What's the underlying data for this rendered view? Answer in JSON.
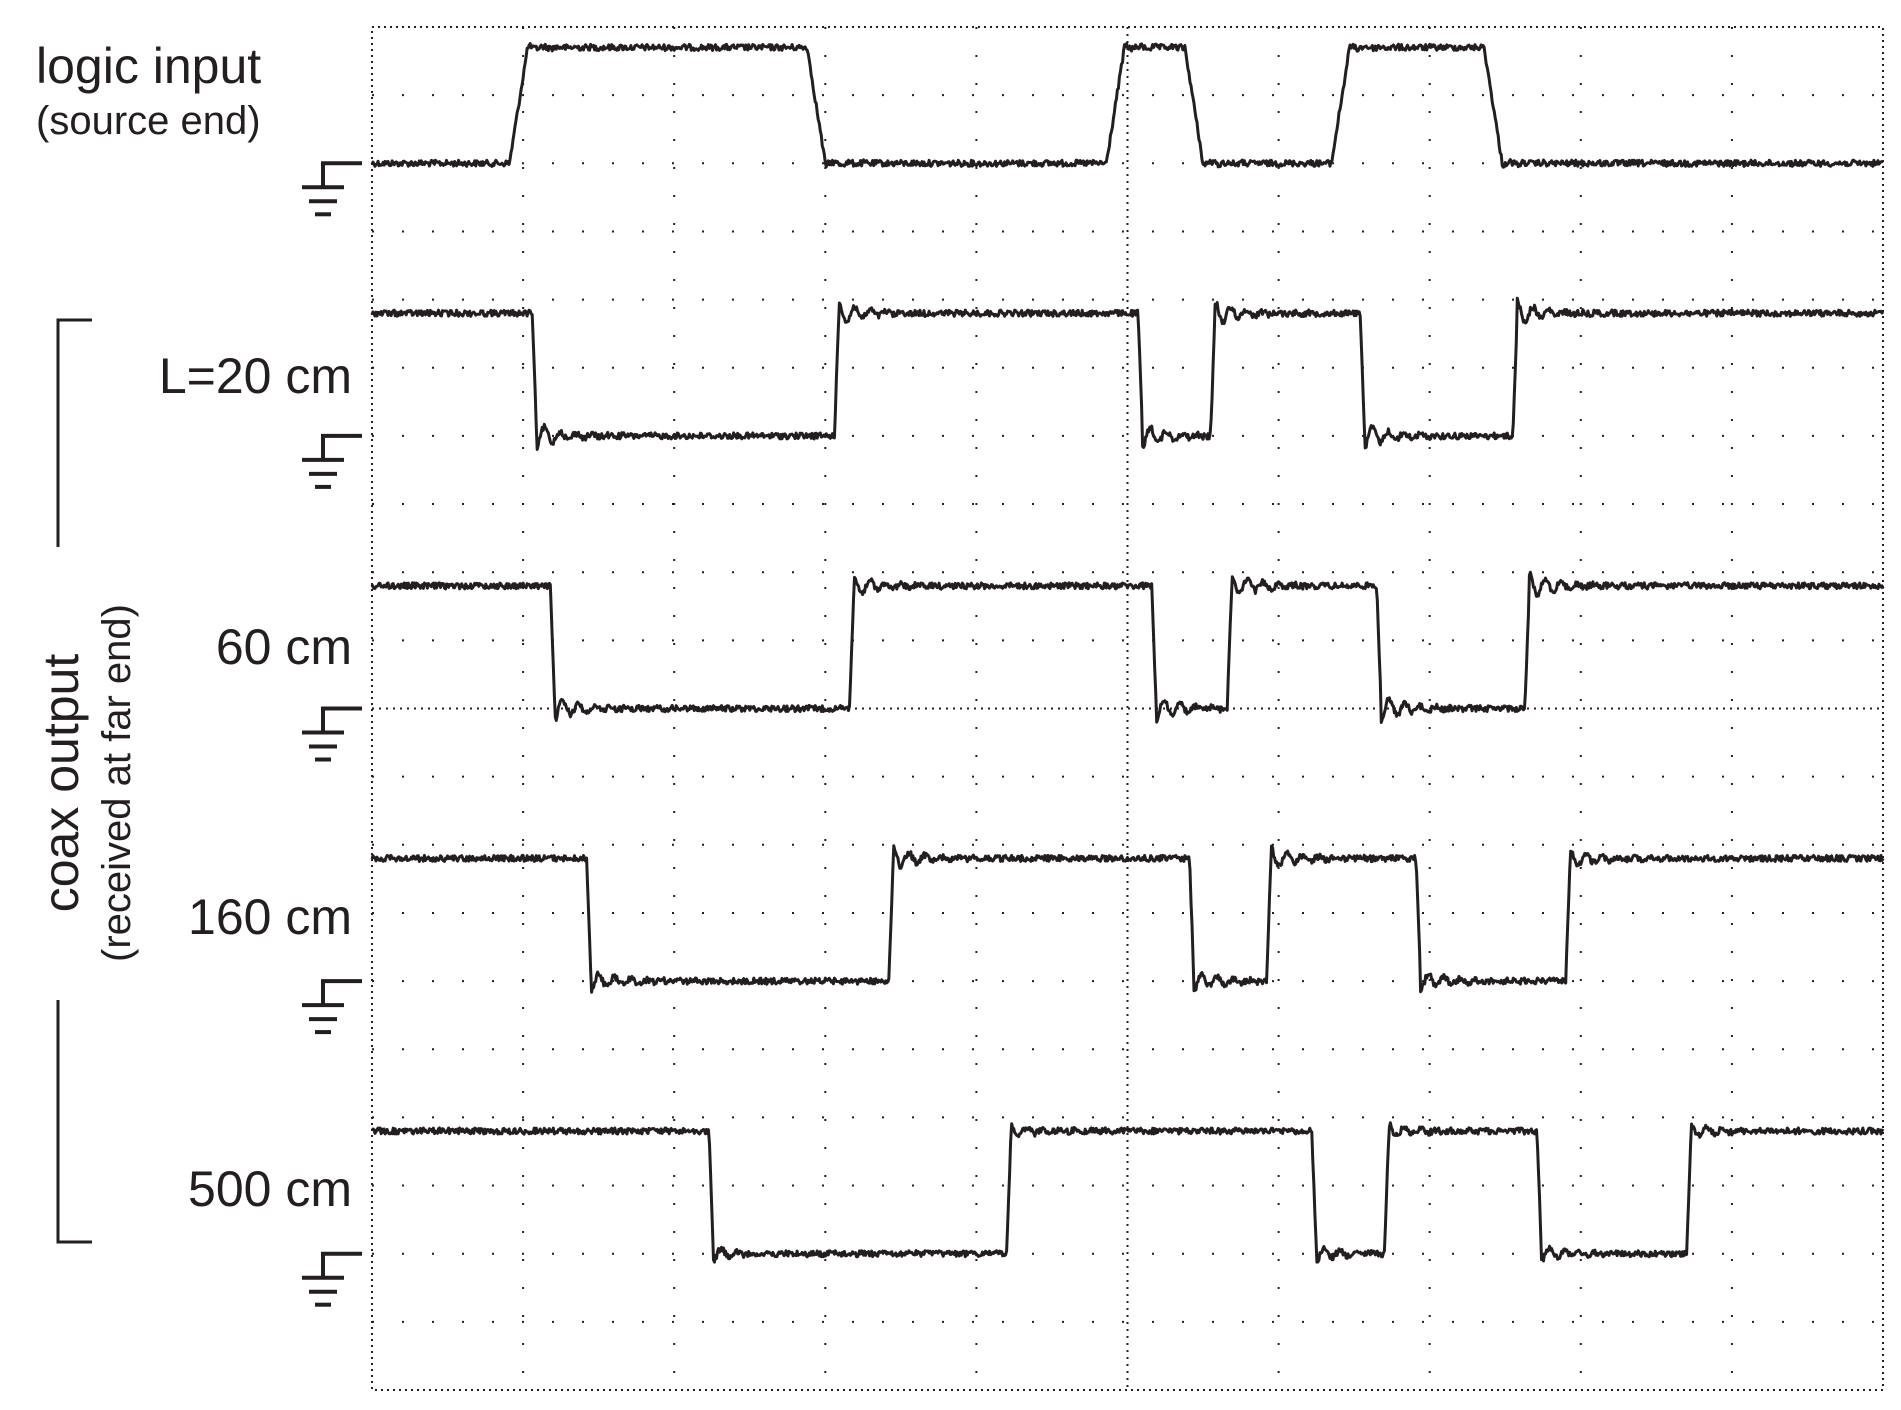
{
  "chart_data": {
    "type": "line",
    "title": "",
    "xlabel": "",
    "ylabel": "coax output",
    "ylabel_sub": "(received at far end)",
    "x_unit": "divisions",
    "xlim": [
      0,
      10
    ],
    "ylim": [
      0,
      20
    ],
    "grid": true,
    "trace_color": "#231f20",
    "series": [
      {
        "name": "logic input",
        "sub": "(source end)",
        "ground_div": 2,
        "amplitude_div": 1.7,
        "start_high": false,
        "ringing": 0.05,
        "edges": [
          1.03,
          3.0,
          4.98,
          5.5,
          6.47,
          7.48
        ]
      },
      {
        "name": "L=20 cm",
        "ground_div": 6,
        "amplitude_div": 1.8,
        "start_high": true,
        "ringing": 0.35,
        "edges": [
          1.09,
          3.09,
          5.1,
          5.58,
          6.57,
          7.58
        ]
      },
      {
        "name": "60 cm",
        "ground_div": 10,
        "amplitude_div": 1.8,
        "start_high": true,
        "ringing": 0.35,
        "edges": [
          1.21,
          3.19,
          5.19,
          5.69,
          6.68,
          7.66
        ]
      },
      {
        "name": "160 cm",
        "ground_div": 14,
        "amplitude_div": 1.8,
        "start_high": true,
        "ringing": 0.3,
        "edges": [
          1.45,
          3.45,
          5.44,
          5.95,
          6.94,
          7.93
        ]
      },
      {
        "name": "500 cm",
        "ground_div": 18,
        "amplitude_div": 1.8,
        "start_high": true,
        "ringing": 0.2,
        "edges": [
          2.26,
          4.23,
          6.25,
          6.73,
          7.74,
          8.73
        ]
      }
    ]
  }
}
